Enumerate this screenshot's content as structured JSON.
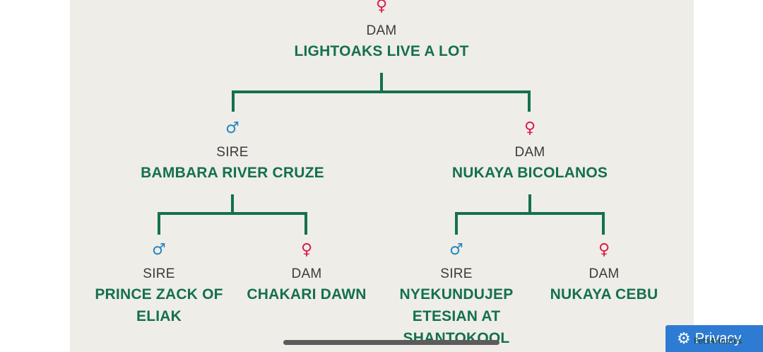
{
  "symbols": {
    "male": "♂",
    "female": "♀"
  },
  "pedigree": {
    "root": {
      "role": "DAM",
      "name": "LIGHTOAKS LIVE A LOT",
      "sex": "female"
    },
    "gen1_sire": {
      "role": "SIRE",
      "name": "BAMBARA RIVER CRUZE",
      "sex": "male"
    },
    "gen1_dam": {
      "role": "DAM",
      "name": "NUKAYA BICOLANOS",
      "sex": "female"
    },
    "gen2_sire_sire": {
      "role": "SIRE",
      "name": "PRINCE ZACK OF ELIAK",
      "sex": "male"
    },
    "gen2_sire_dam": {
      "role": "DAM",
      "name": "CHAKARI DAWN",
      "sex": "female"
    },
    "gen2_dam_sire": {
      "role": "SIRE",
      "name": "NYEKUNDUJEP ETESIAN AT SHANTOKOOL",
      "sex": "male"
    },
    "gen2_dam_dam": {
      "role": "DAM",
      "name": "NUKAYA CEBU",
      "sex": "female"
    }
  },
  "privacy": {
    "label": "Privacy",
    "icon": "gear-icon"
  },
  "brand_text": "Pets4Homes",
  "colors": {
    "panel": "#efede7",
    "name_green": "#14704f",
    "female": "#d81b4a",
    "male": "#1f86c4",
    "privacy_blue": "#2e7bd4"
  }
}
